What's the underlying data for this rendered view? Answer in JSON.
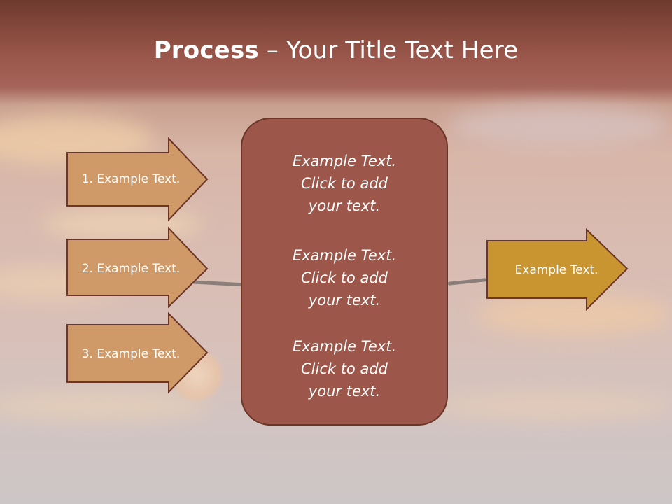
{
  "slide": {
    "title_bold": "Process",
    "title_rest": " – Your Title Text Here",
    "left_arrows": [
      {
        "label": "1. Example Text."
      },
      {
        "label": "2. Example Text."
      },
      {
        "label": "3. Example Text."
      }
    ],
    "center_blocks": [
      {
        "lines": [
          "Example Text.",
          "Click  to add",
          "your text."
        ]
      },
      {
        "lines": [
          "Example Text.",
          "Click  to add",
          "your text."
        ]
      },
      {
        "lines": [
          "Example Text.",
          "Click  to add",
          "your text."
        ]
      }
    ],
    "right_arrow": {
      "label": "Example Text."
    }
  },
  "colors": {
    "left_arrow_fill": "#cf9a68",
    "left_arrow_stroke": "#6b3528",
    "panel_fill": "#9c574a",
    "right_arrow_fill": "#c99530",
    "right_arrow_stroke": "#6b3528"
  }
}
